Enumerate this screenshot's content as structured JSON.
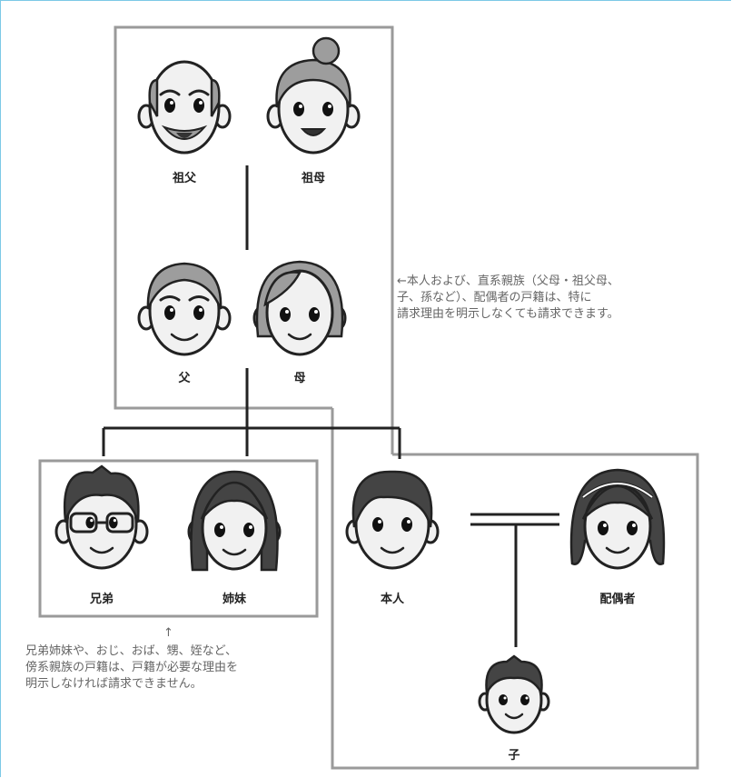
{
  "people": {
    "grandfather": "祖父",
    "grandmother": "祖母",
    "father": "父",
    "mother": "母",
    "brother": "兄弟",
    "sister": "姉妹",
    "self": "本人",
    "spouse": "配偶者",
    "child": "子"
  },
  "notes": {
    "direct_line": "←本人および、直系親族（父母・祖父母、\n子、孫など）、配偶者の戸籍は、特に\n請求理由を明示しなくても請求できます。",
    "collateral_arrow": "↑",
    "collateral": "兄弟姉妹や、おじ、おば、甥、姪など、\n傍系親族の戸籍は、戸籍が必要な理由を\n明示しなければ請求できません。"
  },
  "colors": {
    "frame": "#7cc9e6",
    "box": "#9a9a9a",
    "note_text": "#666666"
  }
}
